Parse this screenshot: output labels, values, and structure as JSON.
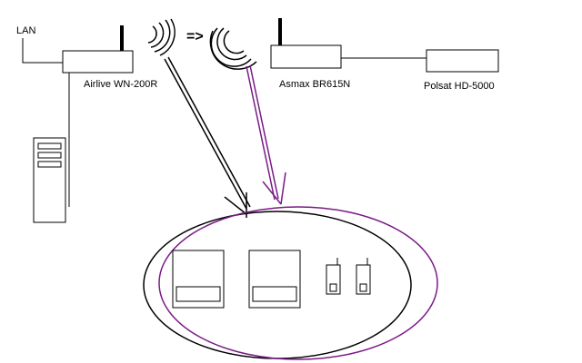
{
  "labels": {
    "lan": "LAN",
    "router_left": "Airlive WN-200R",
    "arrow": "=>",
    "router_right": "Asmax BR615N",
    "decoder": "Polsat HD-5000"
  },
  "colors": {
    "ink": "#000000",
    "purple": "#7a1a86",
    "background": "#ffffff"
  }
}
